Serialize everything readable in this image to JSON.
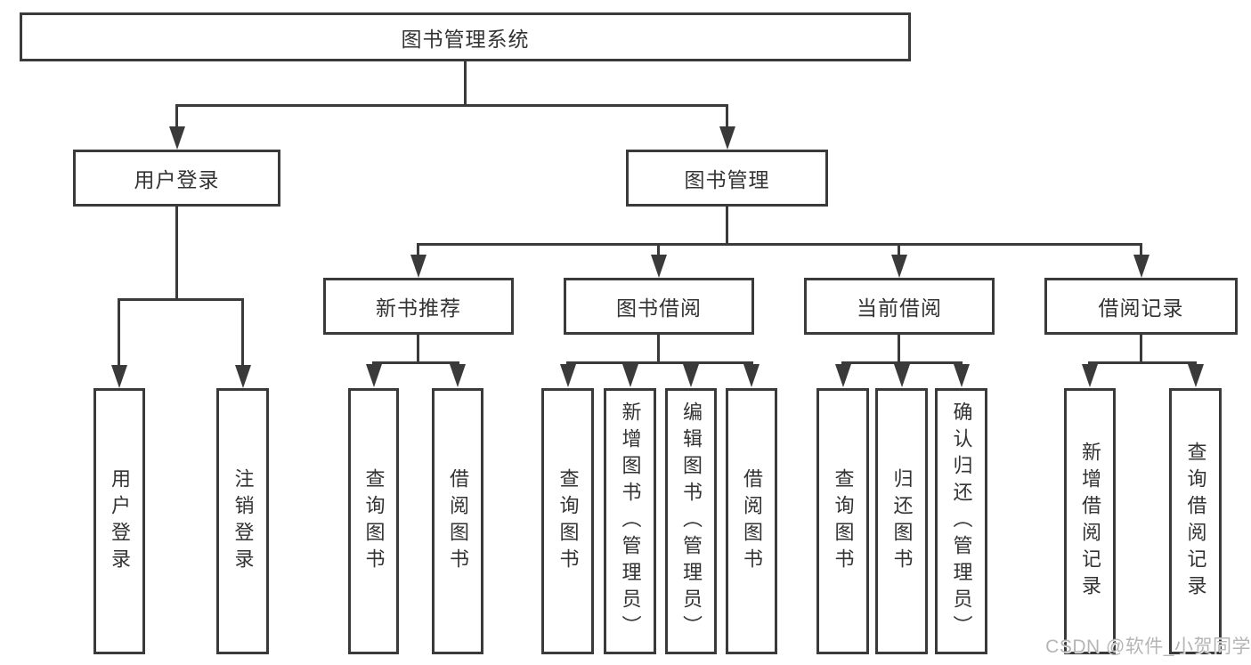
{
  "diagram": {
    "colors": {
      "line": "#3a3a3a",
      "box_border": "#3a3a3a",
      "text": "#333333",
      "background": "#ffffff",
      "watermark_text_color": "#b5b5b5"
    },
    "watermark": "CSDN @软件_小贺同学",
    "nodes": {
      "root": {
        "label": "图书管理系统"
      },
      "branches": [
        {
          "label": "用户登录"
        },
        {
          "label": "图书管理"
        }
      ],
      "modules": [
        {
          "label": "新书推荐"
        },
        {
          "label": "图书借阅"
        },
        {
          "label": "当前借阅"
        },
        {
          "label": "借阅记录"
        }
      ],
      "leaf_groups": [
        {
          "parent": "用户登录",
          "items": [
            {
              "label": "用户登录"
            },
            {
              "label": "注销登录"
            }
          ]
        },
        {
          "parent": "新书推荐",
          "items": [
            {
              "label": "查询图书"
            },
            {
              "label": "借阅图书"
            }
          ]
        },
        {
          "parent": "图书借阅",
          "items": [
            {
              "label": "查询图书"
            },
            {
              "label": "新增图书（管理员）"
            },
            {
              "label": "编辑图书（管理员）"
            },
            {
              "label": "借阅图书"
            }
          ]
        },
        {
          "parent": "当前借阅",
          "items": [
            {
              "label": "查询图书"
            },
            {
              "label": "归还图书"
            },
            {
              "label": "确认归还（管理员）"
            }
          ]
        },
        {
          "parent": "借阅记录",
          "items": [
            {
              "label": "新增借阅记录"
            },
            {
              "label": "查询借阅记录"
            }
          ]
        }
      ]
    }
  }
}
